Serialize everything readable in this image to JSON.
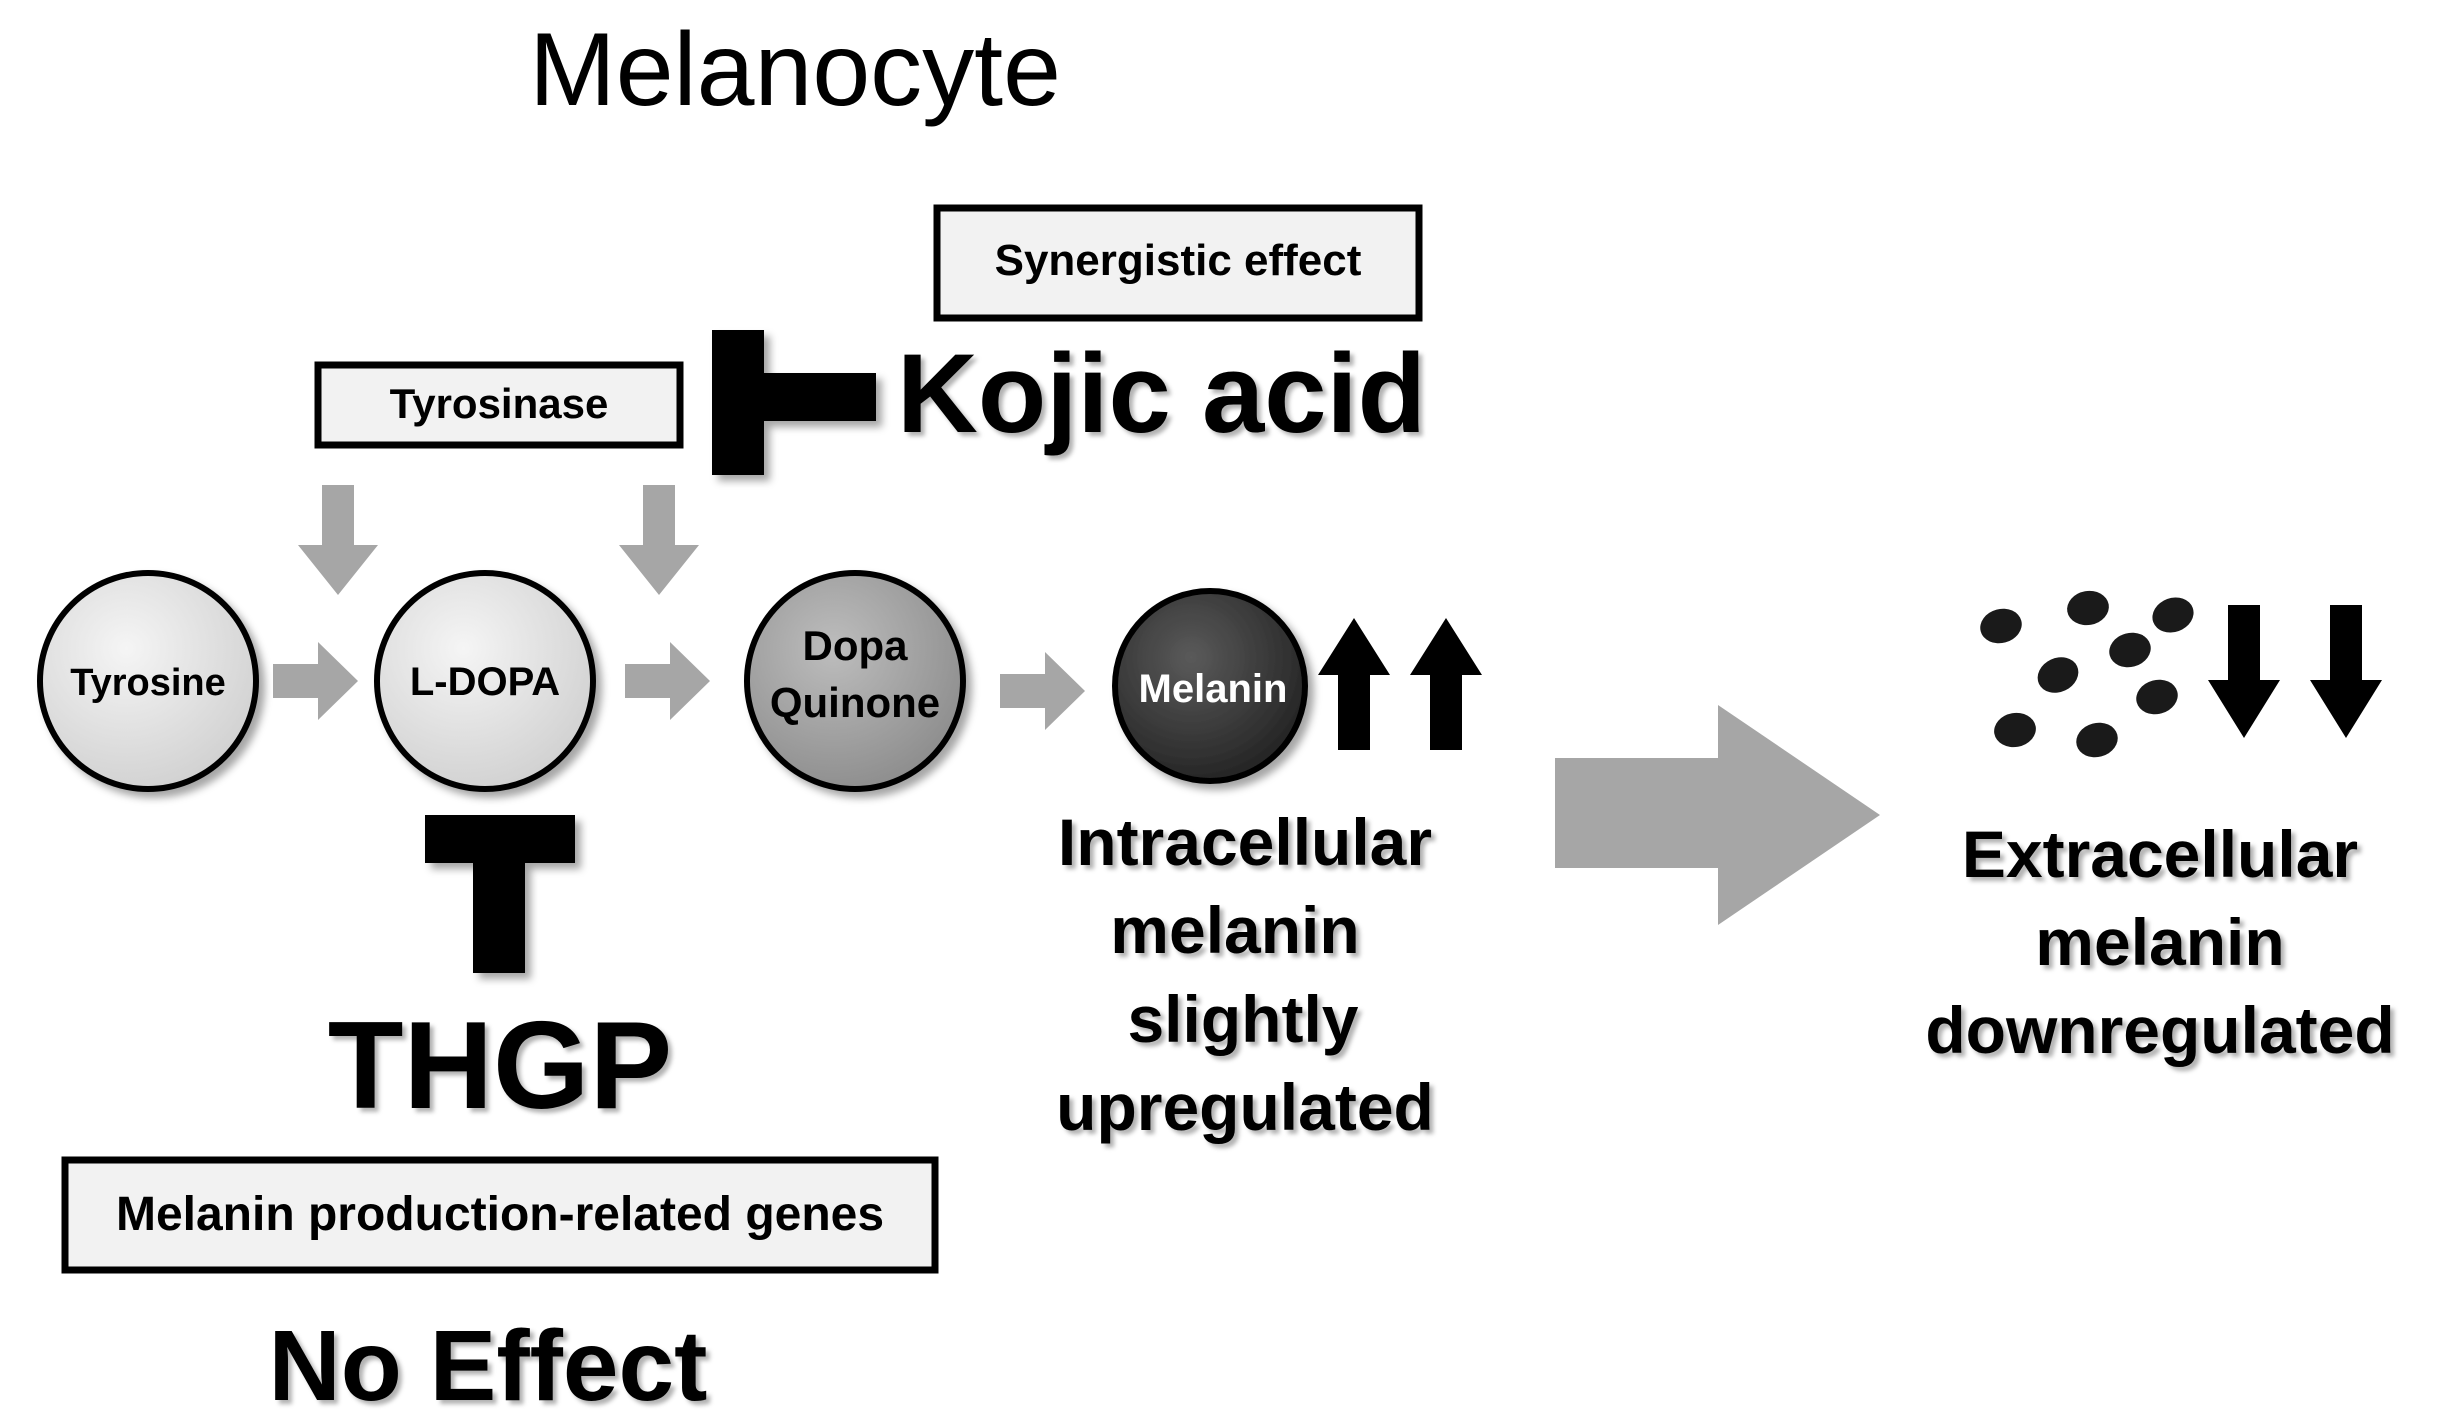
{
  "title": "Melanocyte",
  "labels": {
    "synergistic": "Synergistic effect",
    "tyrosinase": "Tyrosinase",
    "kojic_acid": "Kojic acid",
    "thgp": "THGP",
    "genes": "Melanin production-related genes",
    "no_effect": "No Effect"
  },
  "molecules": {
    "tyrosine": "Tyrosine",
    "ldopa": "L-DOPA",
    "dopa_line1": "Dopa",
    "dopa_line2": "Quinone",
    "melanin": "Melanin"
  },
  "intracellular": [
    "Intracellular",
    "melanin",
    "slightly",
    "upregulated"
  ],
  "extracellular": [
    "Extracellular",
    "melanin",
    "downregulated"
  ],
  "colors": {
    "circle_light": "#e4e4e4",
    "circle_mid": "#a6a6a6",
    "circle_dark": "#3a3a3a",
    "gray_arrow": "#a6a6a6",
    "black": "#000000",
    "box_fill": "#f2f2f2"
  }
}
